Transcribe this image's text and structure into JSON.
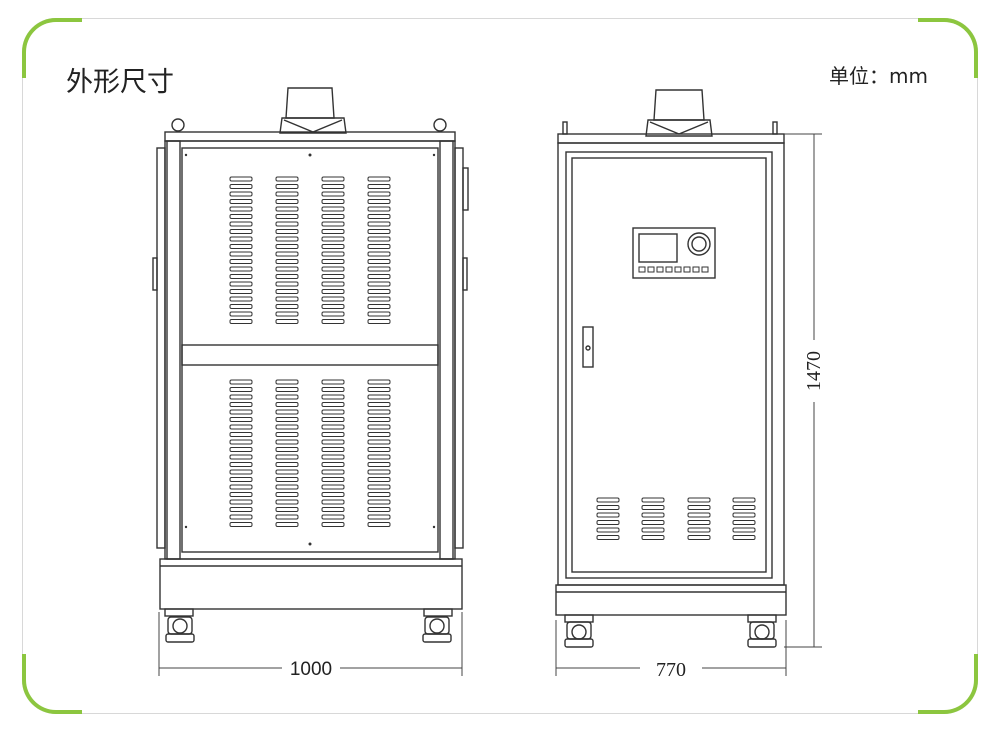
{
  "title": "外形尺寸",
  "unit_label": "单位：mm",
  "dimensions": {
    "width": "1000",
    "depth": "770",
    "height": "1470"
  }
}
